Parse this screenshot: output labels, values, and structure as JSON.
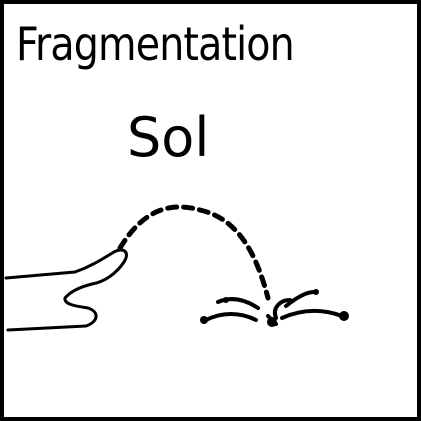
{
  "card": {
    "title": "Fragmentation",
    "subtitle": "Sol"
  },
  "illustration": {
    "subject": "finger flicking a drop that splashes into fragments on the floor",
    "ink_color": "#000000",
    "background_color": "#ffffff"
  }
}
